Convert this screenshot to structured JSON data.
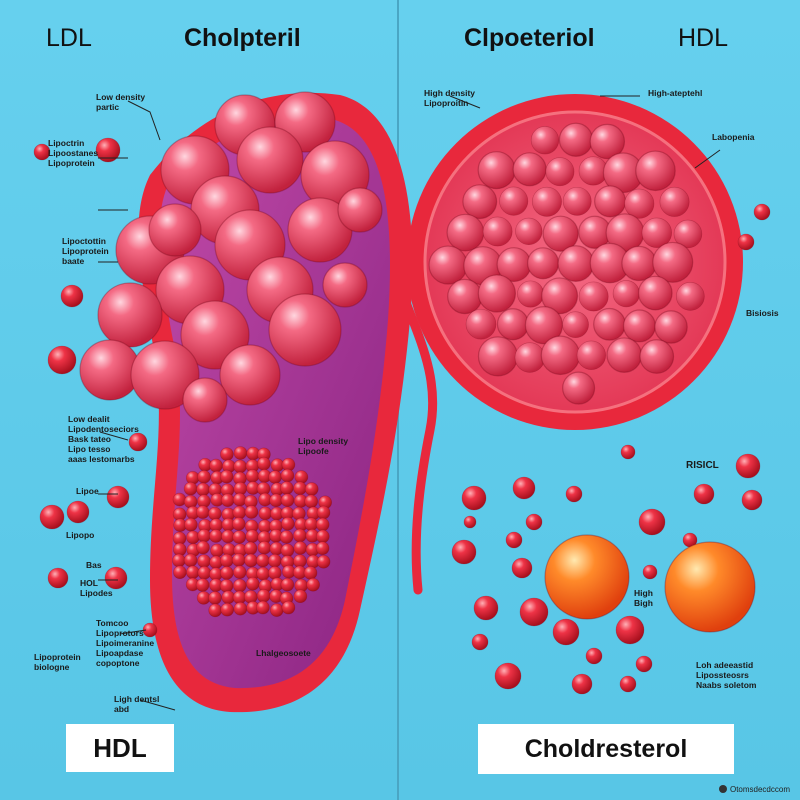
{
  "titles": {
    "ldl": "LDL",
    "left_main": "Cholpteril",
    "right_main": "Clpoeteriol",
    "hdl": "HDL"
  },
  "left_labels": {
    "low_density_particle": [
      "Low density",
      "partic"
    ],
    "lipoprotein_block": [
      "Lipoctrin",
      "Lipoostanes",
      "Lipoprotein"
    ],
    "lipoprotein_sack": [
      "Lipoctottin",
      "Lipoprotein",
      "baate"
    ],
    "low_density_block": [
      "Low dealit",
      "Lipodentoseciors",
      "Bask tateo",
      "Lipo tesso",
      "aaas lestomarbs"
    ],
    "lipoprotein_small": "Lipoe",
    "lipopo": "Lipopo",
    "bas": "Bas",
    "hdl_block": [
      "HOL",
      "Lipodes"
    ],
    "tomcoo_block": [
      "Tomcoo",
      "Lipoprotors",
      "Lipoimeranine",
      "Lipoapdase",
      "copoptone"
    ],
    "lipoprotein_bottom": [
      "Lipoprotein",
      "biologne"
    ],
    "high_density": [
      "Ligh dentsl",
      "abd"
    ],
    "inner_upper": [
      "Lipo density",
      "Lipoofe"
    ],
    "inner_lower": "Lhalgeosoete"
  },
  "right_labels": {
    "high_density_left": [
      "High density",
      "Lipoproitin"
    ],
    "high_density_right": "High-ateptehl",
    "lipoprotein": "Labopenia",
    "bisiosis": "Bisiosis",
    "risicl": "RISICL",
    "high": [
      "High",
      "Bigh"
    ],
    "low_density_block": [
      "Loh adeeastid",
      "Lipossteosrs",
      "Naabs soletom"
    ]
  },
  "bottom_boxes": {
    "left": "HDL",
    "right": "Choldresterol"
  },
  "credit": "Otomsdecdccom",
  "colors": {
    "background": "#5cc8e8",
    "vessel_red": "#e8283c",
    "vessel_purple": "#a0308c",
    "sphere_pink": "#f0506a",
    "sphere_orange": "#ff6a1e"
  }
}
